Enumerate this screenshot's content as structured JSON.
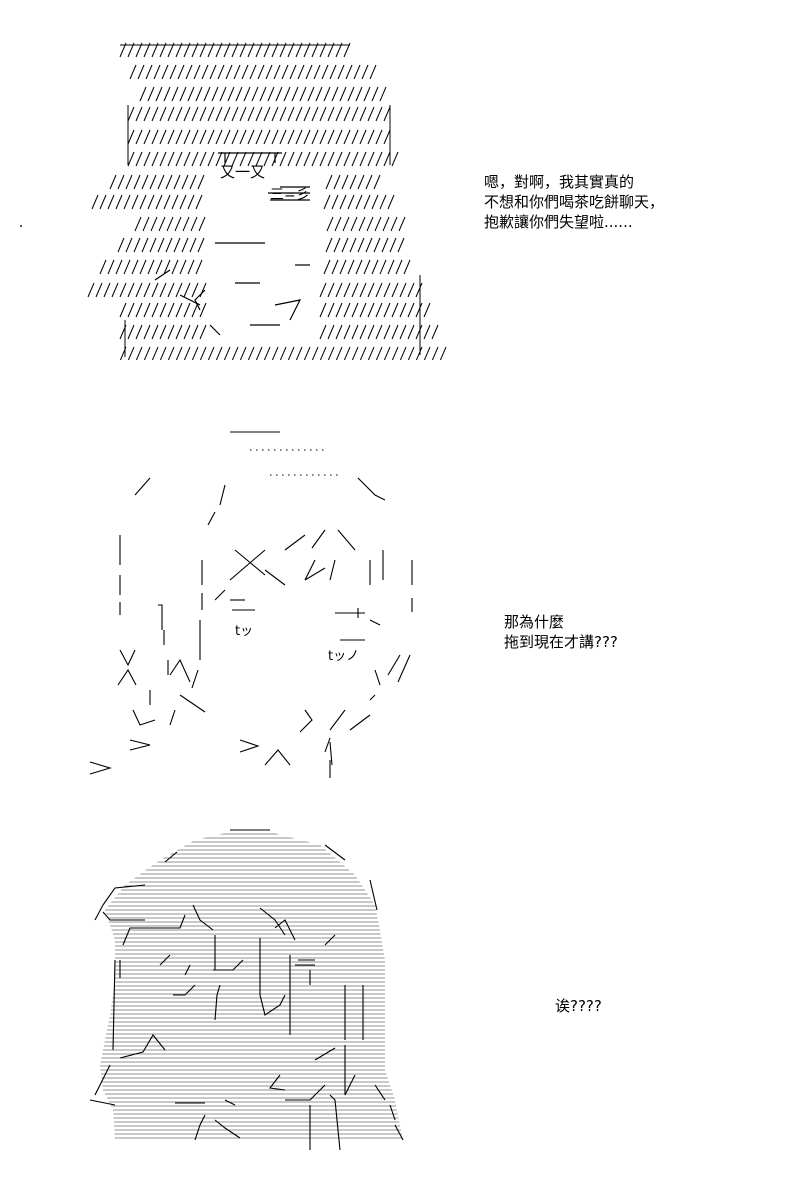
{
  "panels": [
    {
      "id": "panel-1",
      "dialog": [
        "嗯，對啊，我其實真的",
        "不想和你們喝茶吃餅聊天，",
        "抱歉讓你們失望啦......"
      ]
    },
    {
      "id": "panel-2",
      "dialog": [
        "那為什麼",
        "拖到現在才講???"
      ]
    },
    {
      "id": "panel-3",
      "dialog": [
        "诶????"
      ]
    }
  ],
  "art_text": {
    "panel1_sfx": "又一又",
    "panel1_sfx2": "三=彡",
    "panel2_sfx_left": "tッ",
    "panel2_sfx_right": "tッノ"
  },
  "colors": {
    "ink": "#000000",
    "background": "#ffffff",
    "hatch": "#777777"
  }
}
